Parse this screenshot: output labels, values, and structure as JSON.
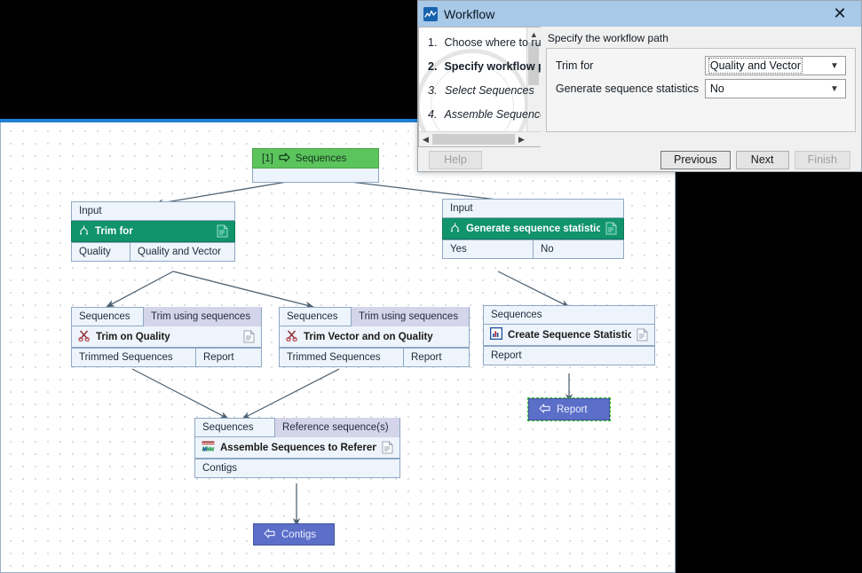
{
  "dialog": {
    "title": "Workflow",
    "title_icon": "workflow-chart-icon",
    "close_icon": "close-icon",
    "steps": [
      {
        "num": "1.",
        "label": "Choose where to run",
        "state": "done"
      },
      {
        "num": "2.",
        "label": "Specify workflow path",
        "state": "active"
      },
      {
        "num": "3.",
        "label": "Select Sequences",
        "state": "future"
      },
      {
        "num": "4.",
        "label": "Assemble Sequences to",
        "state": "future"
      }
    ],
    "panel": {
      "legend": "Specify the workflow path",
      "fields": [
        {
          "label": "Trim for",
          "value": "Quality and Vector",
          "focused": true
        },
        {
          "label": "Generate sequence statistics",
          "value": "No",
          "focused": false
        }
      ]
    },
    "buttons": {
      "help": "Help",
      "previous": "Previous",
      "next": "Next",
      "finish": "Finish"
    },
    "scroll": {
      "up_icon": "chevron-up-icon",
      "down_icon": "chevron-down-icon",
      "left_icon": "chevron-left-icon",
      "right_icon": "chevron-right-icon"
    }
  },
  "workflow": {
    "input_node": {
      "index": "[1]",
      "label": "Sequences",
      "icon": "input-arrow-icon"
    },
    "nodes": [
      {
        "id": "trim-for",
        "title": "Trim for",
        "icon": "branch-fork-icon",
        "top_ports": [
          "Input"
        ],
        "bottom_ports": [
          "Quality",
          "Quality and Vector"
        ],
        "has_doc_icon": true,
        "header_style": "green"
      },
      {
        "id": "generate-sequence-statistics",
        "title": "Generate sequence statistics",
        "icon": "branch-fork-icon",
        "top_ports": [
          "Input"
        ],
        "bottom_ports": [
          "Yes",
          "No"
        ],
        "has_doc_icon": true,
        "header_style": "green"
      },
      {
        "id": "trim-on-quality",
        "title": "Trim on Quality",
        "icon": "scissors-icon",
        "top_ports": [
          "Sequences",
          "Trim using sequences"
        ],
        "bottom_ports": [
          "Trimmed Sequences",
          "Report"
        ],
        "has_doc_icon": true,
        "header_style": "plain"
      },
      {
        "id": "trim-vector-and-on-quality",
        "title": "Trim Vector and on Quality",
        "icon": "scissors-icon",
        "top_ports": [
          "Sequences",
          "Trim using sequences"
        ],
        "bottom_ports": [
          "Trimmed Sequences",
          "Report"
        ],
        "has_doc_icon": false,
        "header_style": "plain"
      },
      {
        "id": "create-sequence-statistics",
        "title": "Create Sequence Statistics",
        "icon": "bar-chart-icon",
        "top_ports": [
          "Sequences"
        ],
        "bottom_ports": [
          "Report"
        ],
        "has_doc_icon": true,
        "header_style": "plain"
      },
      {
        "id": "assemble-sequences-to-reference",
        "title": "Assemble Sequences to Reference",
        "icon": "chromatogram-icon",
        "top_ports": [
          "Sequences",
          "Reference sequence(s)"
        ],
        "bottom_ports": [
          "Contigs"
        ],
        "has_doc_icon": true,
        "header_style": "plain"
      }
    ],
    "outputs": [
      {
        "id": "report-output",
        "label": "Report",
        "icon": "output-arrow-icon",
        "selected": true
      },
      {
        "id": "contigs-output",
        "label": "Contigs",
        "icon": "output-arrow-icon",
        "selected": false
      }
    ]
  },
  "colors": {
    "green_header": "#11936b",
    "green_input": "#5cc45c",
    "purple_output": "#5b6ec8",
    "lavender_port": "#d4d4ea",
    "node_fill": "#eef4fb",
    "node_border": "#8ea8c4",
    "edge": "#4e6170",
    "selection": "#29c229",
    "title_bar": "#a8c9e8",
    "canvas_accent": "#1e7fd4"
  }
}
